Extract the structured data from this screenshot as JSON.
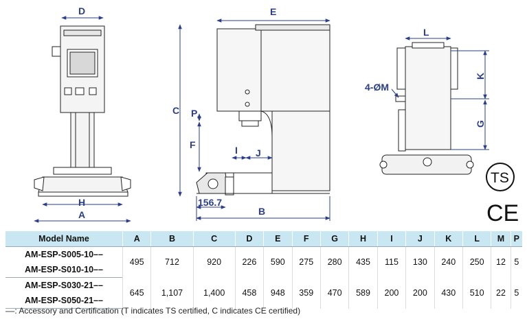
{
  "dimensions": {
    "D": "D",
    "E": "E",
    "L": "L",
    "K": "K",
    "M": "4-ØM",
    "C": "C",
    "P": "P",
    "F": "F",
    "I": "I",
    "J": "J",
    "G": "G",
    "H": "H",
    "A": "A",
    "B": "B",
    "offset": "156.7"
  },
  "table": {
    "headers": [
      "Model Name",
      "A",
      "B",
      "C",
      "D",
      "E",
      "F",
      "G",
      "H",
      "I",
      "J",
      "K",
      "L",
      "M",
      "P"
    ],
    "models": [
      "AM-ESP-S005-10––",
      "AM-ESP-S010-10––",
      "AM-ESP-S030-21––",
      "AM-ESP-S050-21––"
    ],
    "group1": [
      "495",
      "712",
      "920",
      "226",
      "590",
      "275",
      "280",
      "435",
      "115",
      "130",
      "240",
      "250",
      "12",
      "5"
    ],
    "group2": [
      "645",
      "1,107",
      "1,400",
      "458",
      "948",
      "359",
      "470",
      "589",
      "200",
      "200",
      "430",
      "510",
      "22",
      "5"
    ]
  },
  "footnote": "––: Accessory and Certification (T indicates TS certified, C indicates CE certified)",
  "cert": {
    "ts": "TS",
    "ce": "CE"
  }
}
